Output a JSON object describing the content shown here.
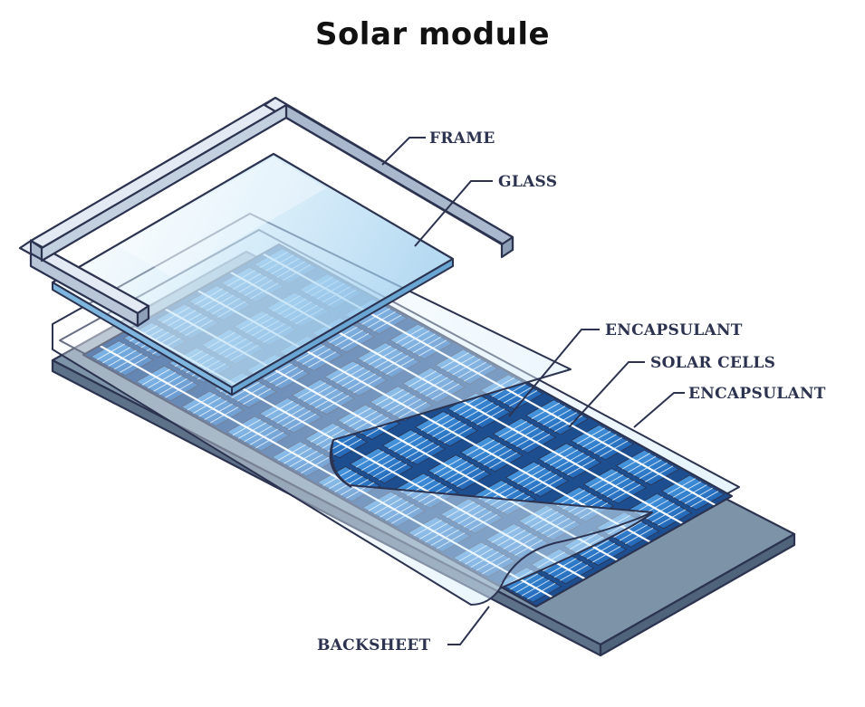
{
  "title": "Solar module",
  "labels": {
    "frame": "FRAME",
    "glass": "GLASS",
    "encapsulant_top": "ENCAPSULANT",
    "solar_cells": "SOLAR CELLS",
    "encapsulant_bottom": "ENCAPSULANT",
    "backsheet": "BACKSHEET"
  },
  "colors": {
    "outline": "#2c3350",
    "frame": "#c9d4e4",
    "glass": "#a9d6f0",
    "cell_dark": "#1f5fae",
    "cell_light": "#4a9be0",
    "encapsulant": "#e8f4fc",
    "backsheet": "#7d93a8"
  }
}
